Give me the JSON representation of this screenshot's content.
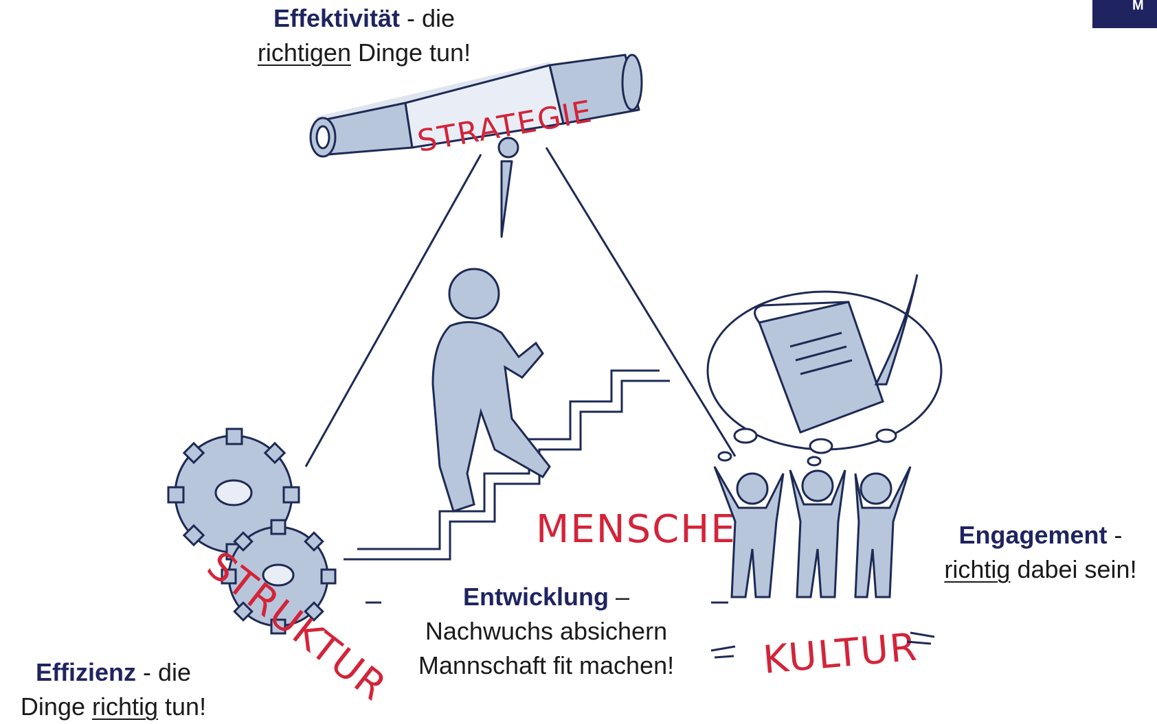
{
  "colors": {
    "navy": "#1f2460",
    "accent_red": "#d3243a",
    "figure_fill": "#b8c6dc",
    "ink": "#1e2a55"
  },
  "corner_tab": {
    "text": "M"
  },
  "labels": {
    "strategie": "STRATEGIE",
    "menschen": "MENSCHEN",
    "struktur": "STRUKTUR",
    "kultur": "KULTUR"
  },
  "captions": {
    "effektivitaet": {
      "bold": "Effektivität",
      "rest1": " - die",
      "underlined": "richtigen",
      "rest2": " Dinge tun!"
    },
    "effizienz": {
      "bold": "Effizienz",
      "rest1": " - die",
      "pre": "Dinge ",
      "underlined": "richtig",
      "rest2": " tun!"
    },
    "entwicklung": {
      "bold": "Entwicklung",
      "rest1": " –",
      "line2": "Nachwuchs absichern",
      "line3": "Mannschaft fit machen!"
    },
    "engagement": {
      "bold": "Engagement",
      "rest1": " -",
      "underlined": "richtig",
      "rest2": " dabei sein!"
    }
  },
  "icons": [
    "telescope-icon",
    "person-climbing-stairs-icon",
    "gears-icon",
    "people-cheering-icon",
    "scroll-quill-icon",
    "thought-bubble-icon"
  ]
}
